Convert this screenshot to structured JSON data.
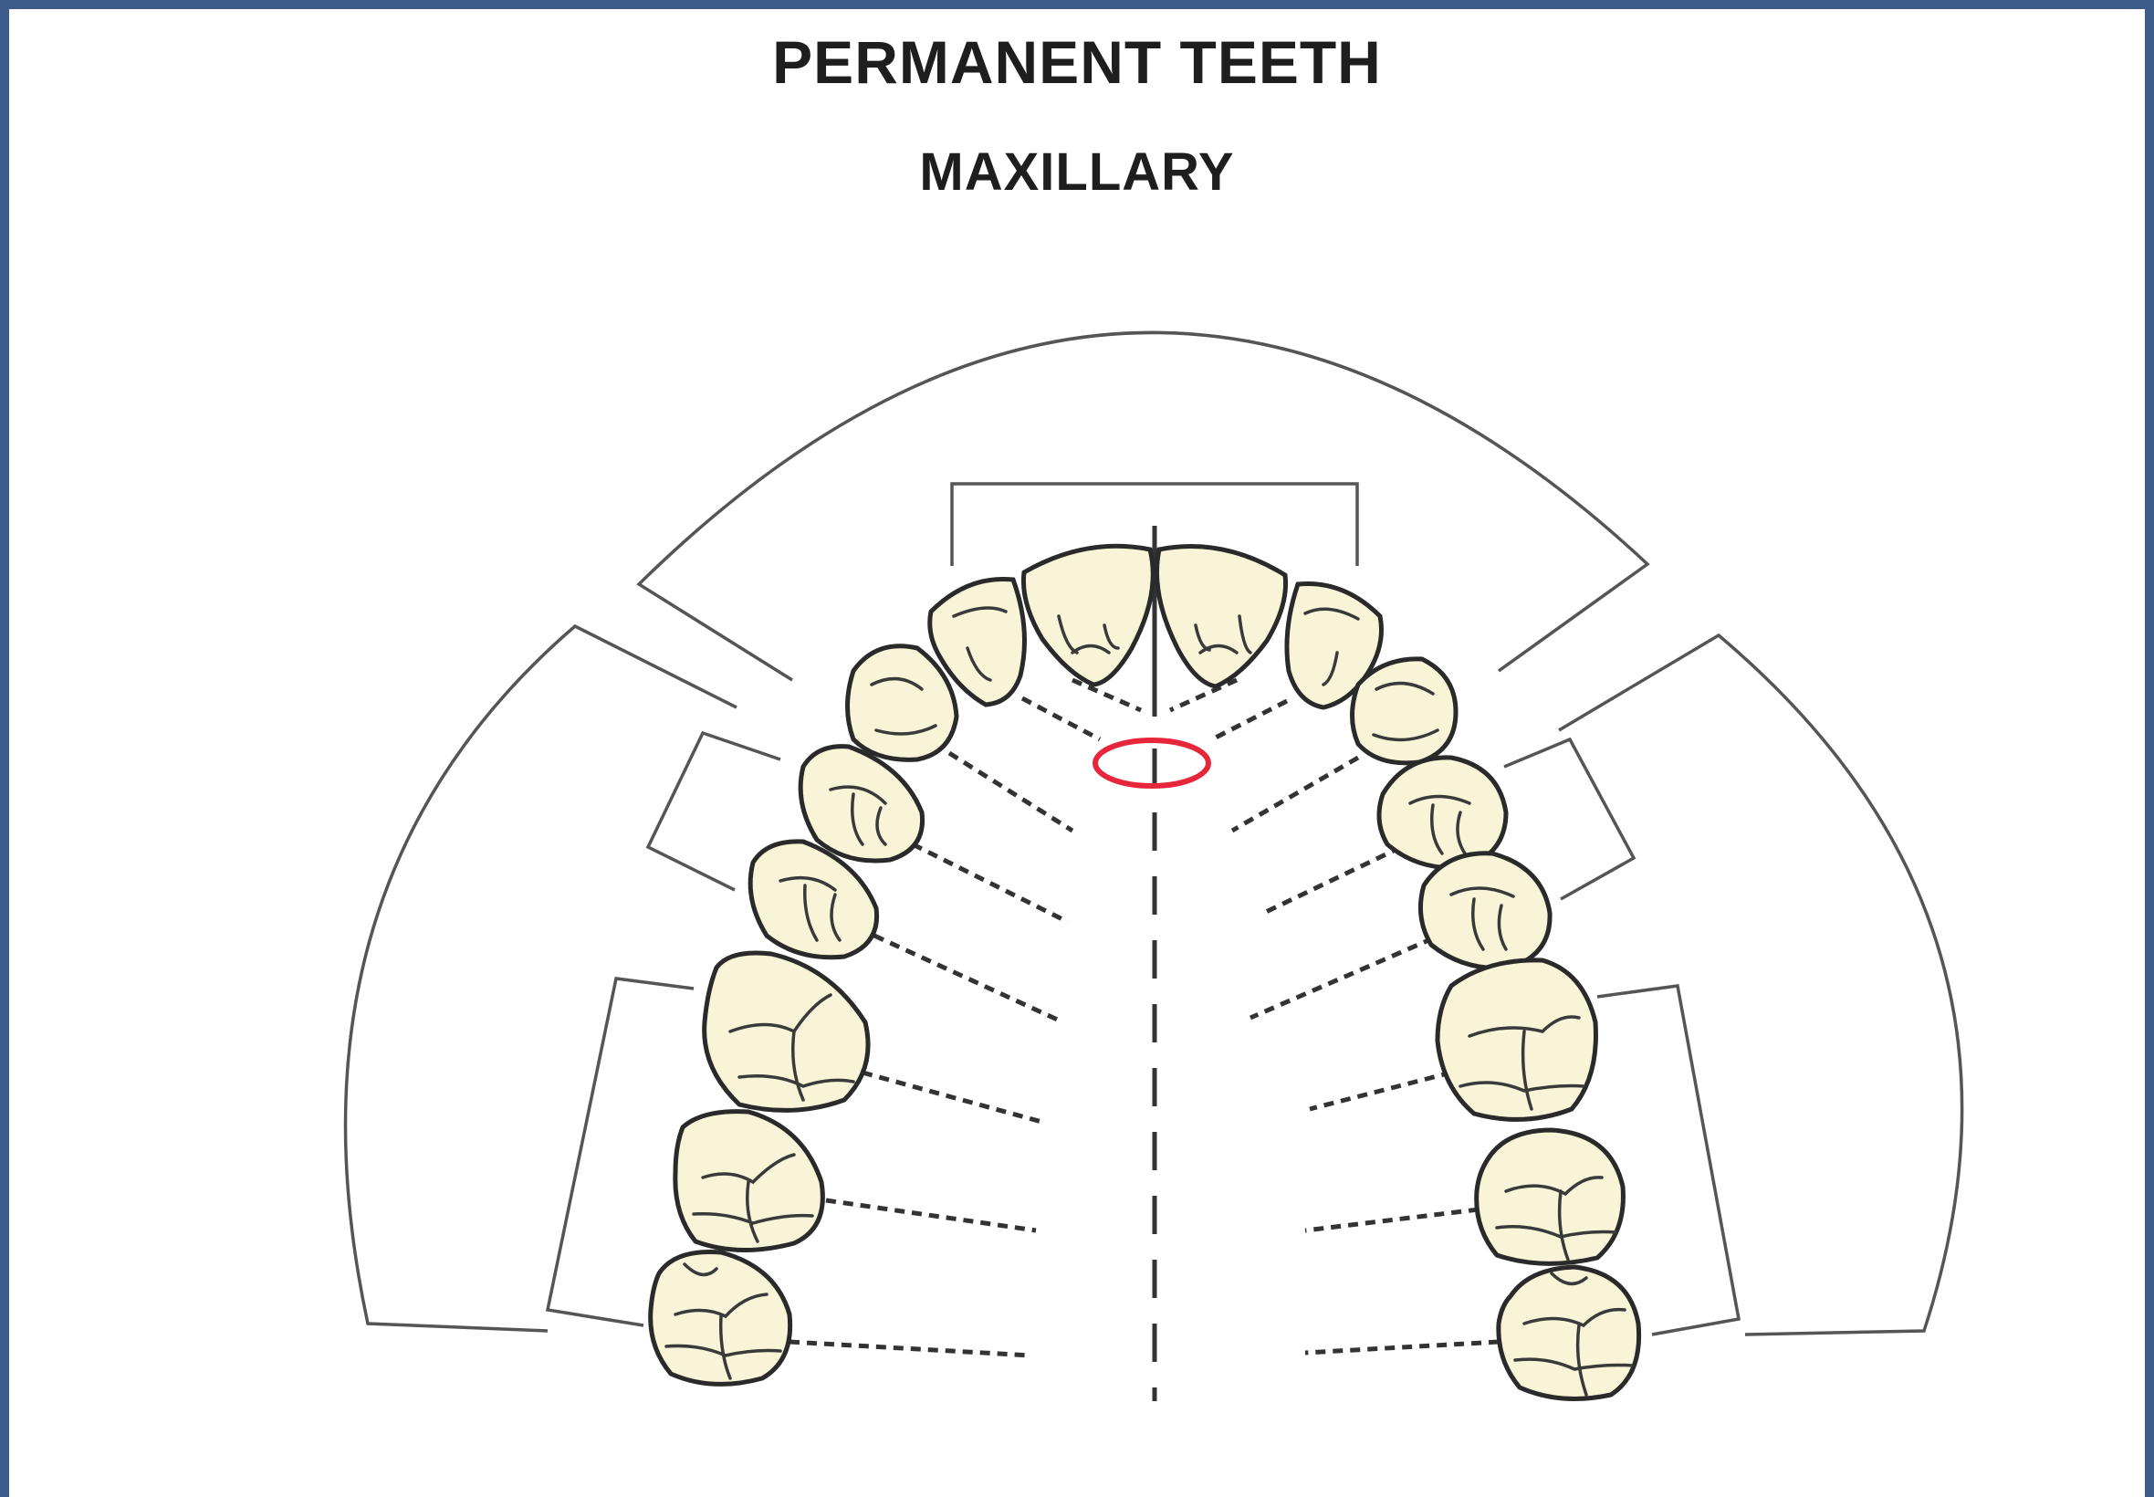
{
  "title": "PERMANENT TEETH",
  "subtitle": "MAXILLARY",
  "colors": {
    "border": "#3c5a8a",
    "tooth_fill": "#f8f4d8",
    "outline": "#2a2a2a",
    "marker": "#e8263a"
  },
  "teeth_per_side": 8,
  "highlight": "red-ellipse"
}
